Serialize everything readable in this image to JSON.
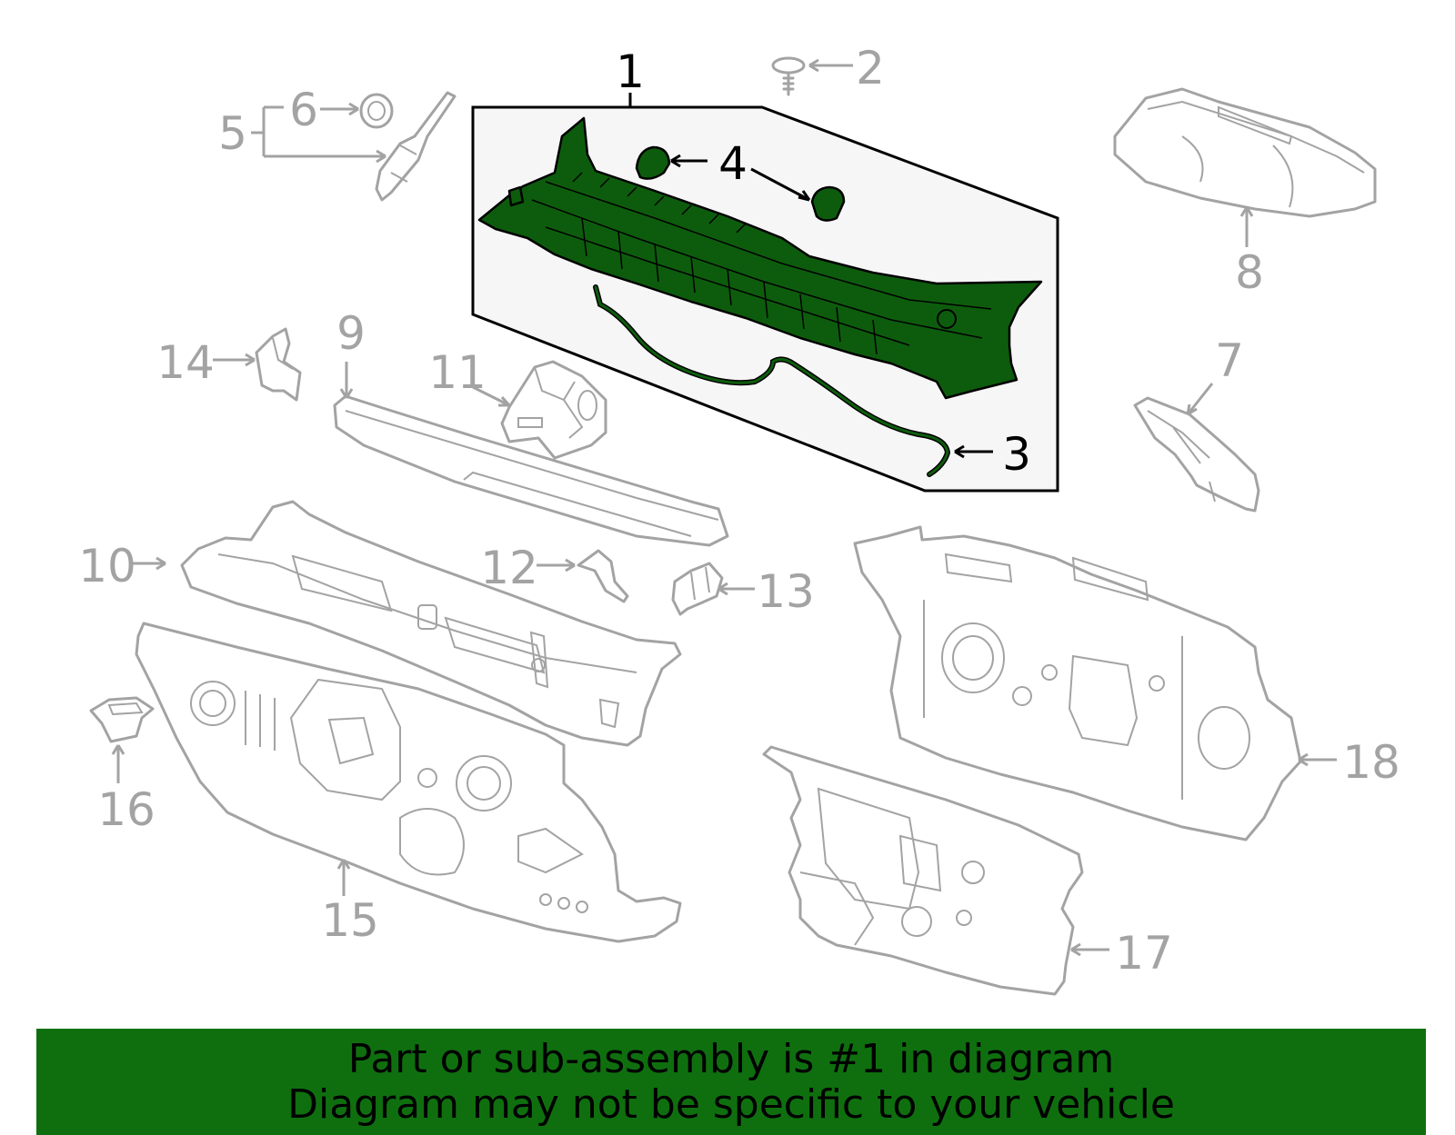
{
  "callouts": {
    "c1": "1",
    "c2": "2",
    "c3": "3",
    "c4": "4",
    "c5": "5",
    "c6": "6",
    "c7": "7",
    "c8": "8",
    "c9": "9",
    "c10": "10",
    "c11": "11",
    "c12": "12",
    "c13": "13",
    "c14": "14",
    "c15": "15",
    "c16": "16",
    "c17": "17",
    "c18": "18"
  },
  "banner": {
    "line1": "Part or sub-assembly is #1 in diagram",
    "line2": "Diagram may not be specific to your vehicle"
  },
  "colors": {
    "highlight": "#0d5c0d",
    "banner": "#0f6f0f",
    "part_outline": "#a3a3a3"
  }
}
